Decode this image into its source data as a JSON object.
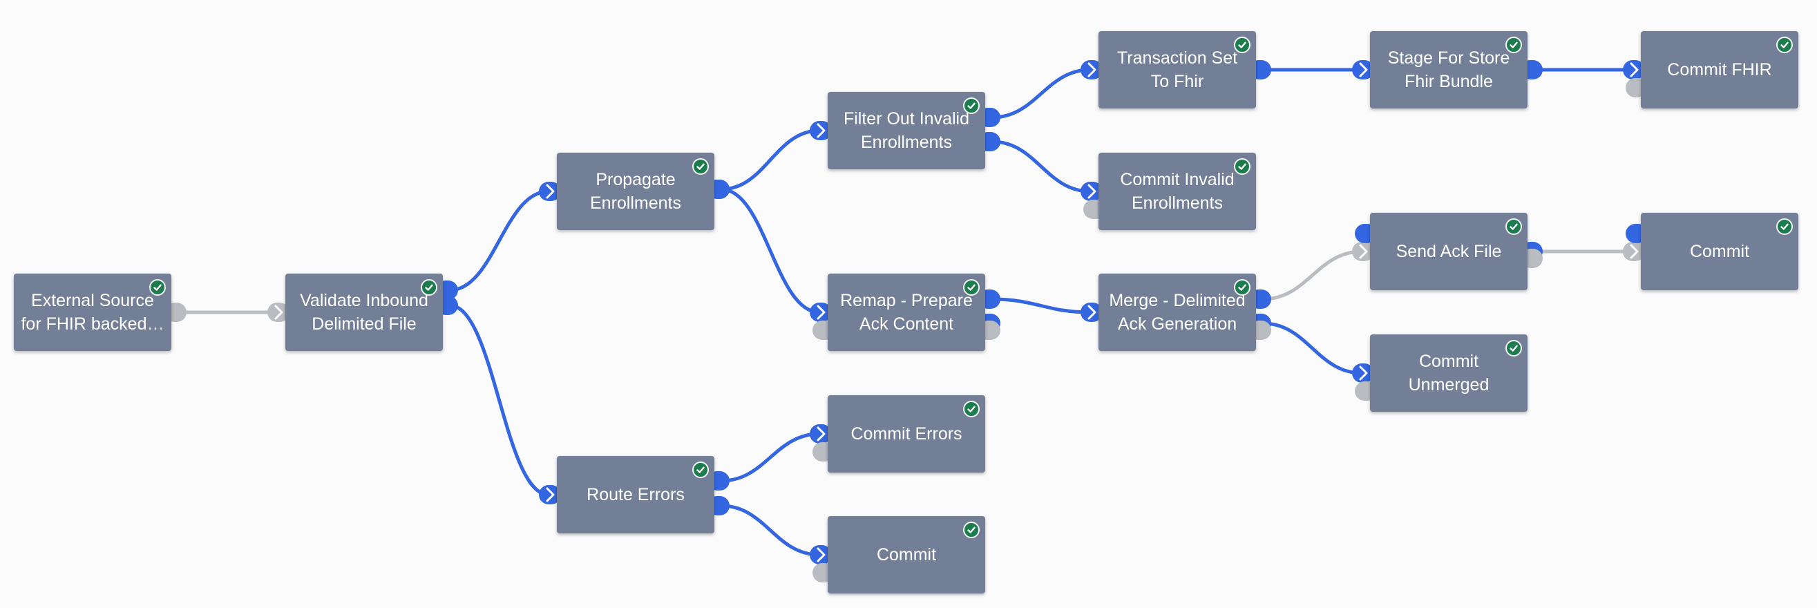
{
  "colors": {
    "background": "#fbfbfc",
    "node": "#737f97",
    "active_edge": "#3366e0",
    "inactive_edge": "#b9bcc1",
    "success": "#1c7c4d",
    "node_text": "#ffffff"
  },
  "icons": {
    "input_port": "chevron-right-icon",
    "status": "check-circle-icon"
  },
  "nodes": [
    {
      "id": "n1",
      "label": "External Source\nfor FHIR backed…",
      "status": "success"
    },
    {
      "id": "n2",
      "label": "Validate Inbound\nDelimited File",
      "status": "success"
    },
    {
      "id": "n3",
      "label": "Propagate\nEnrollments",
      "status": "success"
    },
    {
      "id": "n4",
      "label": "Route Errors",
      "status": "success"
    },
    {
      "id": "n5",
      "label": "Filter Out Invalid\nEnrollments",
      "status": "success"
    },
    {
      "id": "n6",
      "label": "Remap - Prepare\nAck Content",
      "status": "success"
    },
    {
      "id": "n7",
      "label": "Commit Errors",
      "status": "success"
    },
    {
      "id": "n8",
      "label": "Commit",
      "status": "success"
    },
    {
      "id": "n9",
      "label": "Transaction Set\nTo Fhir",
      "status": "success"
    },
    {
      "id": "n10",
      "label": "Commit Invalid\nEnrollments",
      "status": "success"
    },
    {
      "id": "n11",
      "label": "Merge - Delimited\nAck Generation",
      "status": "success"
    },
    {
      "id": "n12",
      "label": "Stage For Store\nFhir Bundle",
      "status": "success"
    },
    {
      "id": "n13",
      "label": "Send Ack File",
      "status": "success"
    },
    {
      "id": "n14",
      "label": "Commit\nUnmerged",
      "status": "success"
    },
    {
      "id": "n15",
      "label": "Commit FHIR",
      "status": "success"
    },
    {
      "id": "n16",
      "label": "Commit",
      "status": "success"
    }
  ],
  "edges": [
    {
      "from": "n1",
      "to": "n2",
      "active": false
    },
    {
      "from": "n2",
      "to": "n3",
      "active": true
    },
    {
      "from": "n2",
      "to": "n4",
      "active": true
    },
    {
      "from": "n3",
      "to": "n5",
      "active": true
    },
    {
      "from": "n3",
      "to": "n6",
      "active": true
    },
    {
      "from": "n4",
      "to": "n7",
      "active": true
    },
    {
      "from": "n4",
      "to": "n8",
      "active": true
    },
    {
      "from": "n5",
      "to": "n9",
      "active": true
    },
    {
      "from": "n5",
      "to": "n10",
      "active": true
    },
    {
      "from": "n6",
      "to": "n11",
      "active": true
    },
    {
      "from": "n9",
      "to": "n12",
      "active": true
    },
    {
      "from": "n11",
      "to": "n13",
      "active": false
    },
    {
      "from": "n11",
      "to": "n14",
      "active": true
    },
    {
      "from": "n12",
      "to": "n15",
      "active": true
    },
    {
      "from": "n13",
      "to": "n16",
      "active": false
    }
  ]
}
